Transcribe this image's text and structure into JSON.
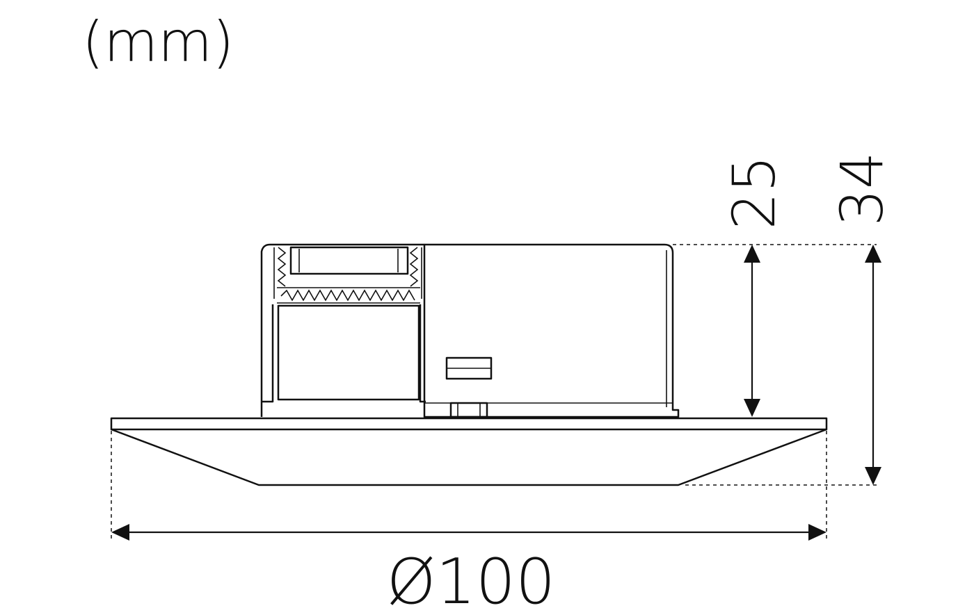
{
  "unit_label": "(mm)",
  "dimensions": {
    "diameter": "Ø100",
    "body_height": "25",
    "total_height": "34"
  },
  "colors": {
    "line": "#111111",
    "background": "#ffffff"
  }
}
